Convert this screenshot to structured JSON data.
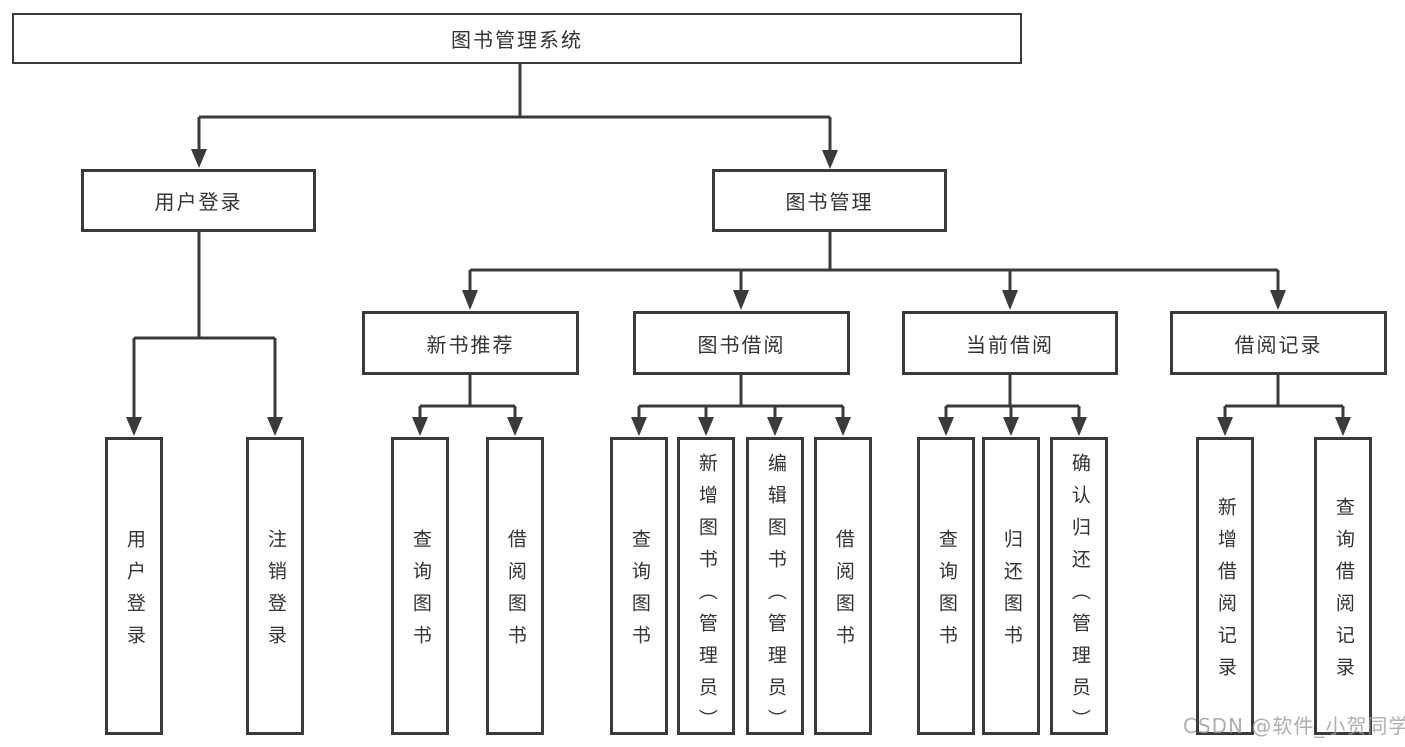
{
  "tree": {
    "root": {
      "label": "图书管理系统"
    },
    "login": {
      "label": "用户登录",
      "children": [
        {
          "label": "用户登录"
        },
        {
          "label": "注销登录"
        }
      ]
    },
    "management": {
      "label": "图书管理",
      "groups": [
        {
          "label": "新书推荐",
          "children": [
            {
              "label": "查询图书"
            },
            {
              "label": "借阅图书"
            }
          ]
        },
        {
          "label": "图书借阅",
          "children": [
            {
              "label": "查询图书"
            },
            {
              "label": "新增图书（管理员）"
            },
            {
              "label": "编辑图书（管理员）"
            },
            {
              "label": "借阅图书"
            }
          ]
        },
        {
          "label": "当前借阅",
          "children": [
            {
              "label": "查询图书"
            },
            {
              "label": "归还图书"
            },
            {
              "label": "确认归还（管理员）"
            }
          ]
        },
        {
          "label": "借阅记录",
          "children": [
            {
              "label": "新增借阅记录"
            },
            {
              "label": "查询借阅记录"
            }
          ]
        }
      ]
    }
  },
  "watermark": {
    "text": "CSDN @软件_小贺同学"
  },
  "colors": {
    "line": "#3a3a3a",
    "box_border": "#3a3a3a",
    "box_fill": "#ffffff",
    "text": "#333333",
    "watermark": "#9e9e9e",
    "background": "#ffffff"
  }
}
